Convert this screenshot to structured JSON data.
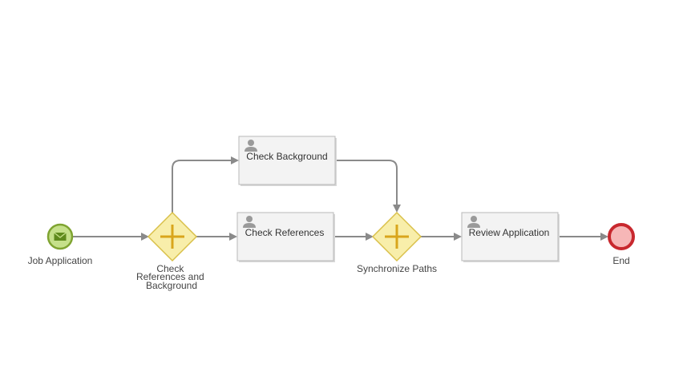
{
  "diagram": {
    "type": "bpmn-process",
    "nodes": {
      "start": {
        "label": "Job Application",
        "event": "message-start",
        "icon": "envelope-icon",
        "color": "#9dc44a"
      },
      "split_gateway": {
        "label_lines": [
          "Check",
          "References and",
          "Background"
        ],
        "gateway": "parallel",
        "icon": "plus-icon",
        "color": "#f5e79a"
      },
      "task_background": {
        "label": "Check Background",
        "task": "user-task",
        "icon": "user-icon"
      },
      "task_references": {
        "label": "Check References",
        "task": "user-task",
        "icon": "user-icon"
      },
      "join_gateway": {
        "label": "Synchronize Paths",
        "gateway": "parallel",
        "icon": "plus-icon",
        "color": "#f5e79a"
      },
      "task_review": {
        "label": "Review Application",
        "task": "user-task",
        "icon": "user-icon"
      },
      "end": {
        "label": "End",
        "event": "end",
        "color": "#c8282e"
      }
    },
    "flows": [
      {
        "from": "start",
        "to": "split_gateway"
      },
      {
        "from": "split_gateway",
        "to": "task_background"
      },
      {
        "from": "split_gateway",
        "to": "task_references"
      },
      {
        "from": "task_background",
        "to": "join_gateway"
      },
      {
        "from": "task_references",
        "to": "join_gateway"
      },
      {
        "from": "join_gateway",
        "to": "task_review"
      },
      {
        "from": "task_review",
        "to": "end"
      }
    ]
  }
}
